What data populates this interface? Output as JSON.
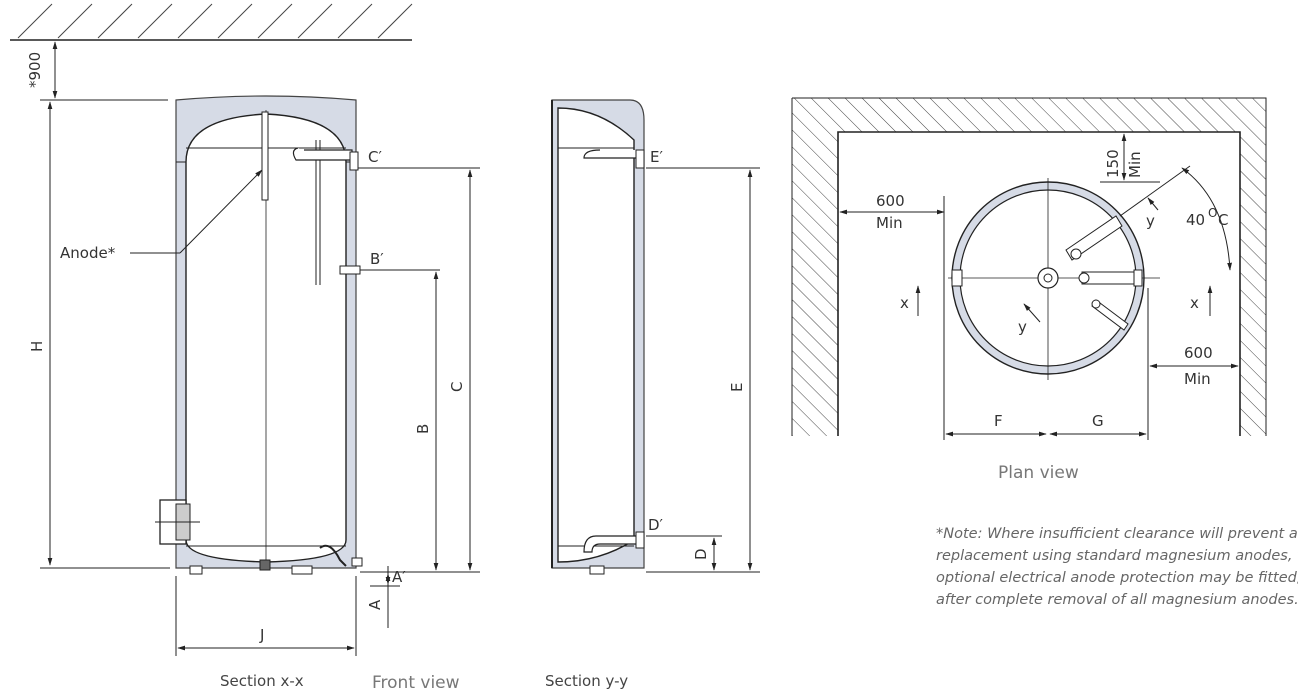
{
  "labels": {
    "dim_900": "*900",
    "H": "H",
    "C_prime": "C′",
    "B_prime": "B′",
    "A_prime": "A′",
    "C": "C",
    "B": "B",
    "A": "A",
    "J": "J",
    "anode": "Anode*",
    "E_prime": "E′",
    "D_prime": "D′",
    "E": "E",
    "D": "D",
    "min600_top_value": "600",
    "min600_top_unit": "Min",
    "min150_value": "150",
    "min150_unit": "Min",
    "angle_value": "40",
    "angle_unit": "O",
    "angle_suffix": "C",
    "x_left": "x",
    "x_right": "x",
    "y_top": "y",
    "y_bottom": "y",
    "min600_right_value": "600",
    "min600_right_unit": "Min",
    "F": "F",
    "G": "G"
  },
  "captions": {
    "section_xx": "Section x-x",
    "front_view": "Front view",
    "section_yy": "Section y-y",
    "plan_view": "Plan view"
  },
  "note": {
    "line1": "*Note: Where insufficient clearance will prevent anode",
    "line2": "replacement using standard magnesium anodes, the",
    "line3": "optional electrical anode protection may be fitted, but o",
    "line4": "after complete removal of all magnesium anodes."
  }
}
